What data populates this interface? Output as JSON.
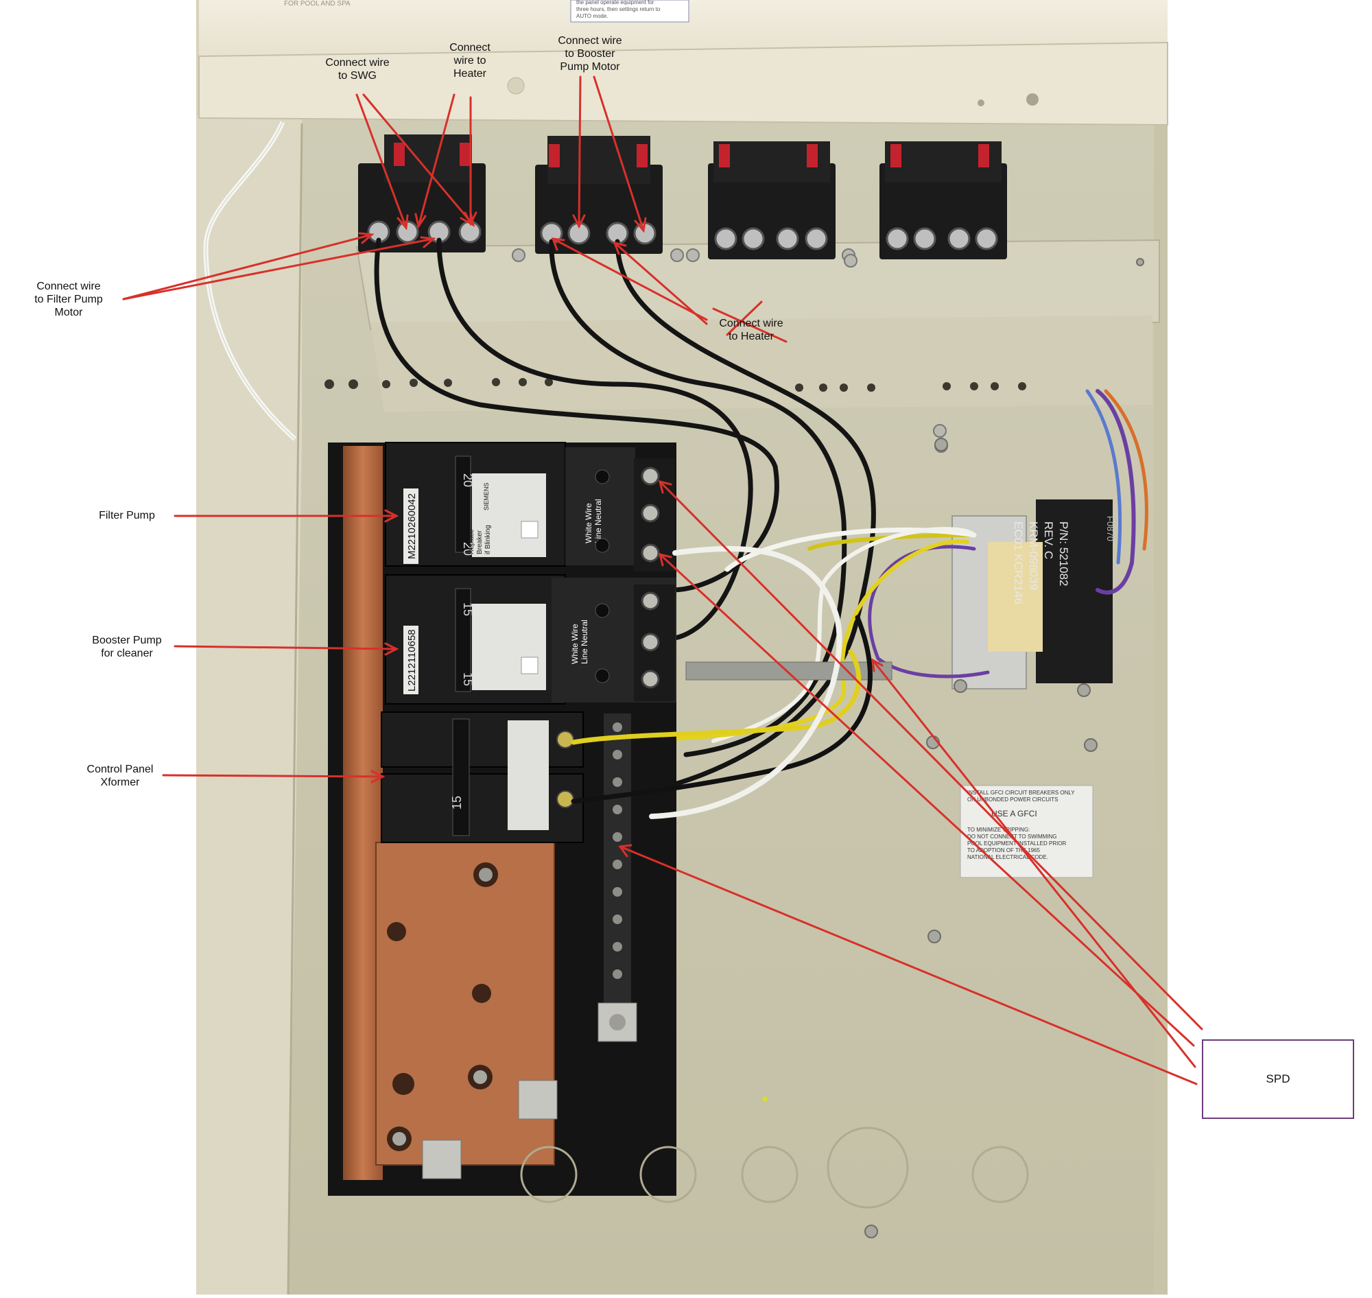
{
  "annotations": {
    "swg": "Connect wire\nto SWG",
    "heater_top": "Connect\nwire to\nHeater",
    "booster_motor": "Connect wire\nto Booster\nPump Motor",
    "filter_motor": "Connect wire\nto Filter Pump\nMotor",
    "heater_mid": "Connect wire\nto Heater",
    "filter_pump": "Filter Pump",
    "booster_cleaner": "Booster Pump\nfor cleaner",
    "control_xformer": "Control Panel\nXformer",
    "spd": "SPD"
  },
  "panel_print": {
    "cover_brand": "FOR POOL AND SPA",
    "cover_note": "the panel operate equipment for\nthree hours, then settings return to\nAUTO mode.",
    "breaker1_serial": "M2210260042",
    "breaker1_rating": "20",
    "breaker1_side": "Replace\nBreaker\nif Blinking",
    "breaker1_brand": "SIEMENS",
    "breaker2_serial": "L2212110658",
    "breaker2_rating": "15",
    "breaker3_rating": "15",
    "neutral_label": "White Wire\nLine Neutral",
    "xformer_text": "P/N: 521082\nREV. C\nKRM-098039\nEC01 KCR2146",
    "xformer_side": "F0870",
    "warning_sticker": "INSTALL GFCI CIRCUIT BREAKERS ONLY\nON UNBONDED POWER CIRCUITS\nUSE A GFCI\nTO MINIMIZE TRIPPING:\nDO NOT CONNECT TO SWIMMING\nPOOL EQUIPMENT INSTALLED PRIOR\nTO ADOPTION OF THE 1965\nNATIONAL ELECTRICAL CODE."
  },
  "colors": {
    "arrow": "#d8302a",
    "enclosure": "#cfcbb3",
    "spd_border": "#6b3d7a"
  }
}
